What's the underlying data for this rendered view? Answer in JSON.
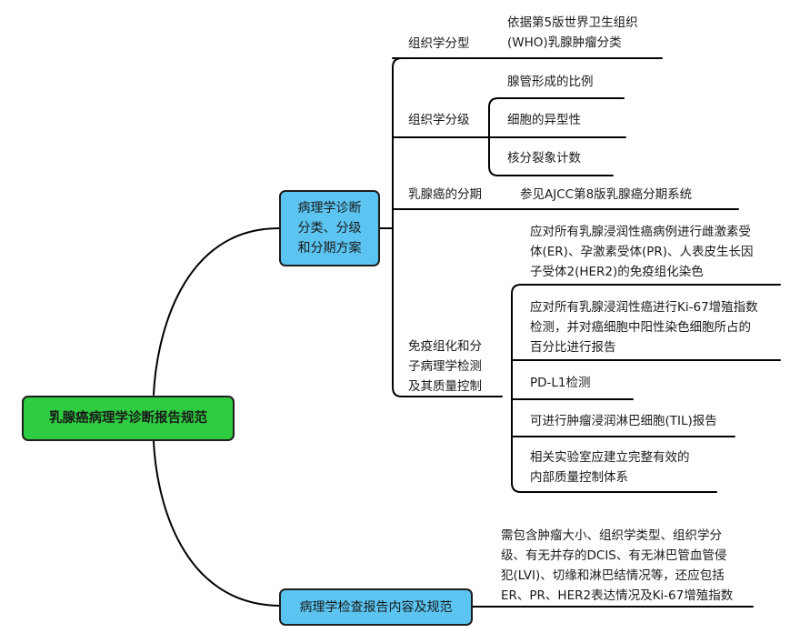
{
  "root": {
    "label": "乳腺癌病理学诊断报告规范"
  },
  "branch1": {
    "lines": [
      "病理学诊断",
      "分类、分级",
      "和分期方案"
    ],
    "topics": {
      "histotype": {
        "label": "组织学分型",
        "items": [
          {
            "lines": [
              "依据第5版世界卫生组织",
              "(WHO)乳腺肿瘤分类"
            ]
          }
        ]
      },
      "grade": {
        "label": "组织学分级",
        "items": [
          {
            "lines": [
              "腺管形成的比例"
            ]
          },
          {
            "lines": [
              "细胞的异型性"
            ]
          },
          {
            "lines": [
              "核分裂象计数"
            ]
          }
        ]
      },
      "staging": {
        "label": "乳腺癌的分期",
        "items": [
          {
            "lines": [
              "参见AJCC第8版乳腺癌分期系统"
            ]
          }
        ]
      },
      "ihc": {
        "lines": [
          "免疫组化和分",
          "子病理学检测",
          "及其质量控制"
        ],
        "items": [
          {
            "lines": [
              "应对所有乳腺浸润性癌病例进行雌激素受",
              "体(ER)、孕激素受体(PR)、人表皮生长因",
              "子受体2(HER2)的免疫组化染色"
            ]
          },
          {
            "lines": [
              "应对所有乳腺浸润性癌进行Ki-67增殖指数",
              "检测，并对癌细胞中阳性染色细胞所占的",
              "百分比进行报告"
            ]
          },
          {
            "lines": [
              "PD-L1检测"
            ]
          },
          {
            "lines": [
              "可进行肿瘤浸润淋巴细胞(TIL)报告"
            ]
          },
          {
            "lines": [
              "相关实验室应建立完整有效的",
              "内部质量控制体系"
            ]
          }
        ]
      }
    }
  },
  "branch2": {
    "label": "病理学检查报告内容及规范",
    "items": [
      {
        "lines": [
          "需包含肿瘤大小、组织学类型、组织学分",
          "级、有无并存的DCIS、有无淋巴管血管侵",
          "犯(LVI)、切缘和淋巴结情况等，还应包括",
          "ER、PR、HER2表达情况及Ki-67增殖指数"
        ]
      }
    ]
  },
  "colors": {
    "root": "#2ecc40",
    "branch": "#5bc4f1",
    "line": "#000000"
  }
}
